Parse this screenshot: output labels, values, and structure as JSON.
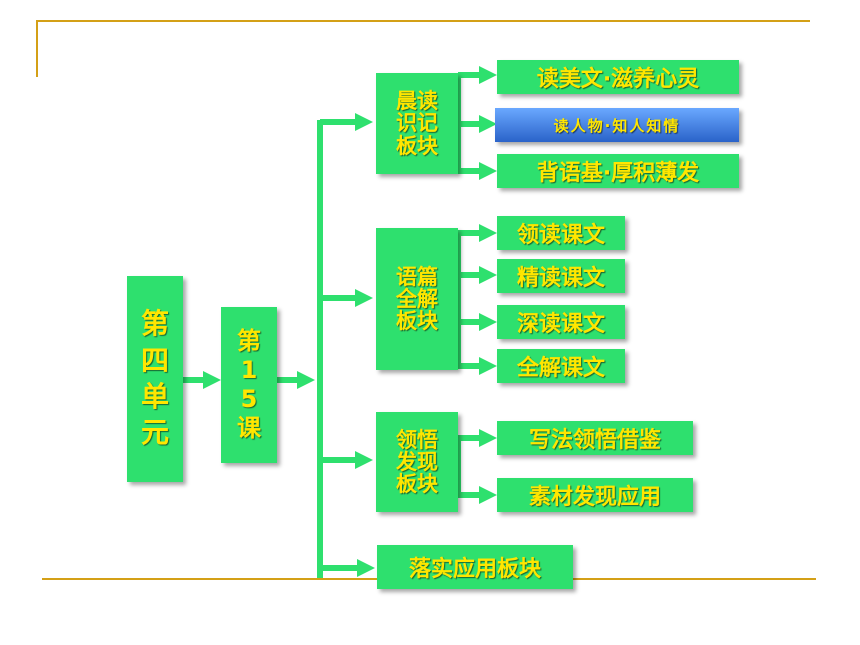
{
  "unit": [
    "第",
    "四",
    "单",
    "元"
  ],
  "lesson": [
    "第",
    "1",
    "5",
    "课"
  ],
  "sections": [
    {
      "title_lines": [
        "晨读",
        "识记",
        "板块"
      ],
      "items": [
        "读美文·滋养心灵",
        "读人物·知人知情",
        "背语基·厚积薄发"
      ]
    },
    {
      "title_lines": [
        "语篇",
        "全解",
        "板块"
      ],
      "items": [
        "领读课文",
        "精读课文",
        "深读课文",
        "全解课文"
      ]
    },
    {
      "title_lines": [
        "领悟",
        "发现",
        "板块"
      ],
      "items": [
        "写法领悟借鉴",
        "素材发现应用"
      ]
    }
  ],
  "final_section": "落实应用板块",
  "colors": {
    "box": "#2ee06e",
    "text": "#ffe600",
    "highlight": "#2a63c9",
    "rule": "#d4a017"
  }
}
